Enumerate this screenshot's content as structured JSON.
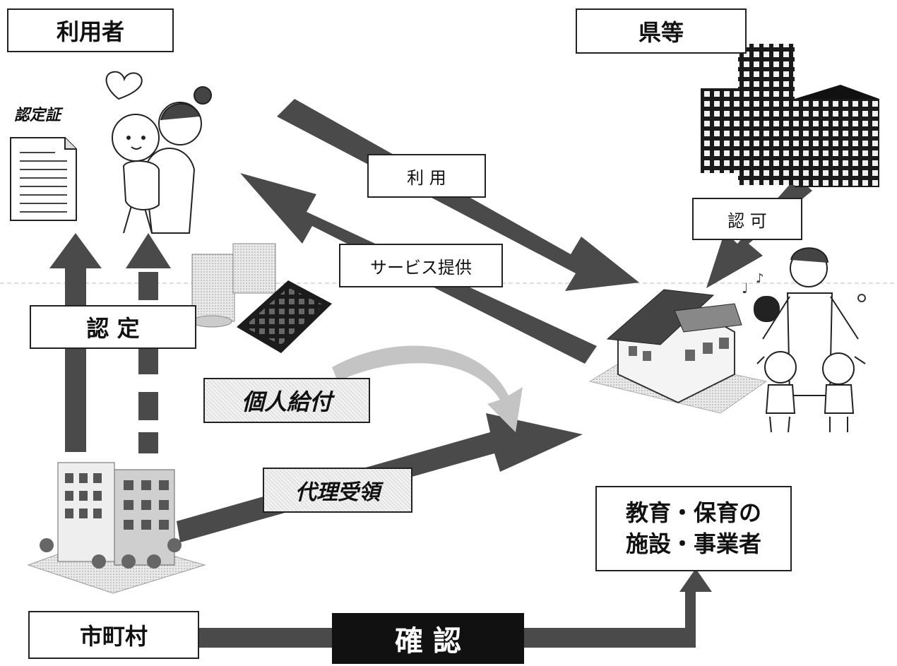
{
  "actors": {
    "user": "利用者",
    "prefecture": "県等",
    "municipality": "市町村",
    "facility_line1": "教育・保育の",
    "facility_line2": "施設・事業者"
  },
  "labels": {
    "certificate": "認定証",
    "certification": "認 定",
    "use": "利 用",
    "service": "サービス提供",
    "approval": "認 可",
    "individual_benefit": "個人給付",
    "proxy_receipt": "代理受領",
    "confirmation": "確 認"
  },
  "icons": [
    "heart-icon",
    "mother-baby-icon",
    "document-icon",
    "money-icon",
    "calculator-icon",
    "office-building-icon",
    "city-hall-icon",
    "nursery-school-icon",
    "teacher-children-icon"
  ],
  "colors": {
    "arrow": "#4a4a4a",
    "arrow_light": "#bdbdbd",
    "confirm_bg": "#111111"
  }
}
